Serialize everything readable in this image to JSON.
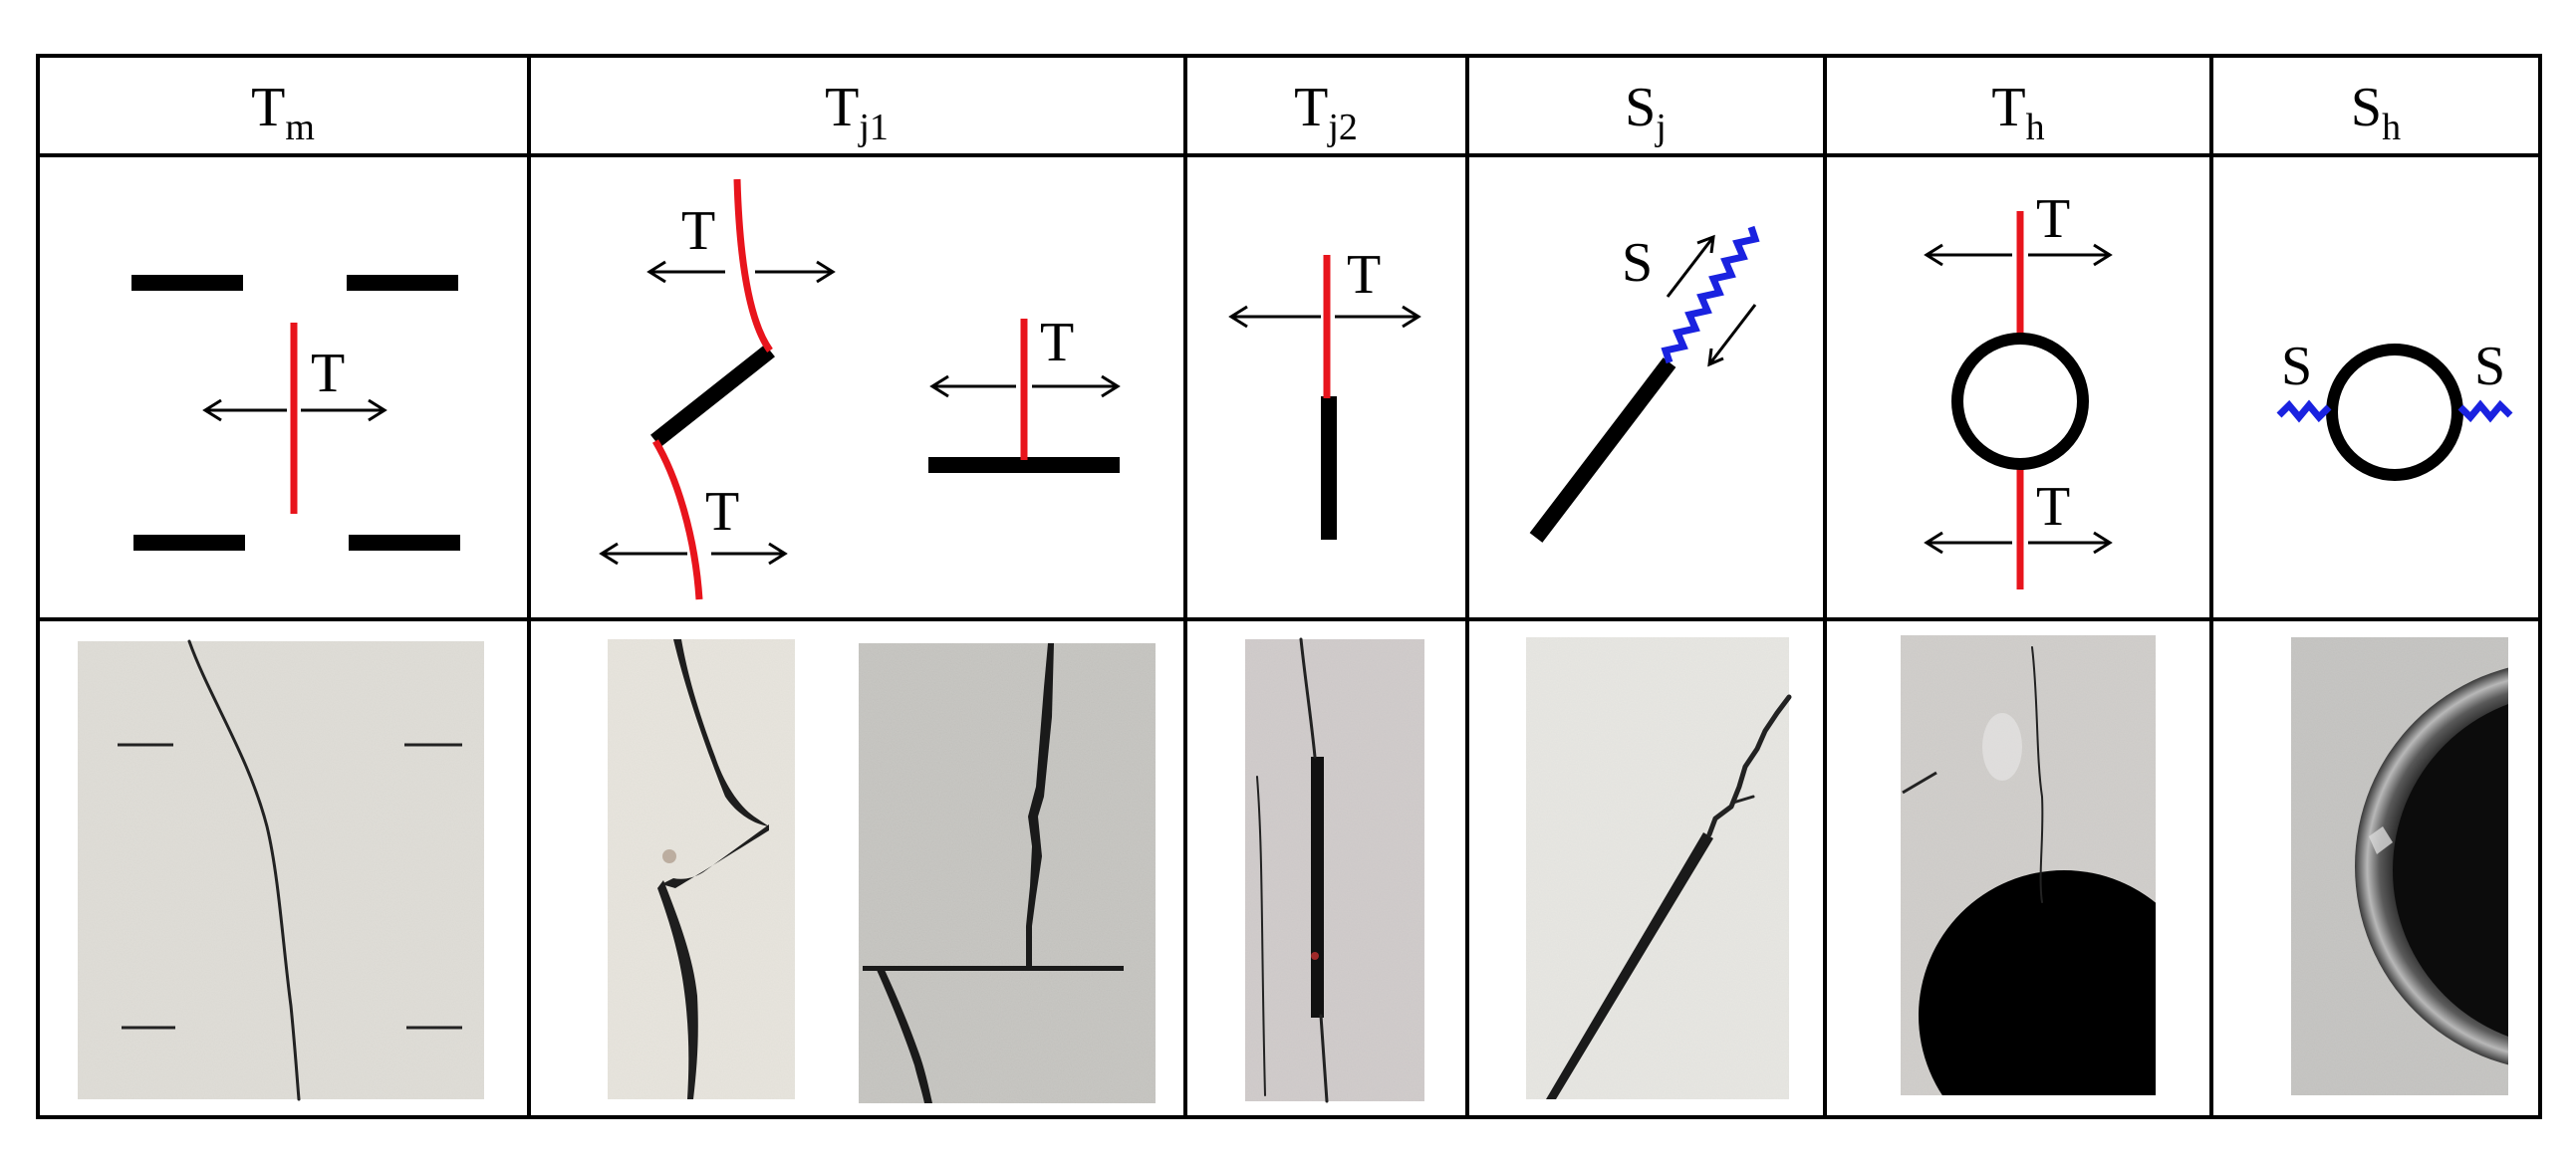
{
  "columns": [
    {
      "base": "T",
      "sub": "m"
    },
    {
      "base": "T",
      "sub": "j1"
    },
    {
      "base": "T",
      "sub": "j2"
    },
    {
      "base": "S",
      "sub": "j"
    },
    {
      "base": "T",
      "sub": "h"
    },
    {
      "base": "S",
      "sub": "h"
    }
  ],
  "labels": {
    "tension": "T",
    "shear": "S"
  },
  "colors": {
    "tensile_crack": "#e8141c",
    "shear_crack": "#1a22e0",
    "flaw": "#000000"
  }
}
